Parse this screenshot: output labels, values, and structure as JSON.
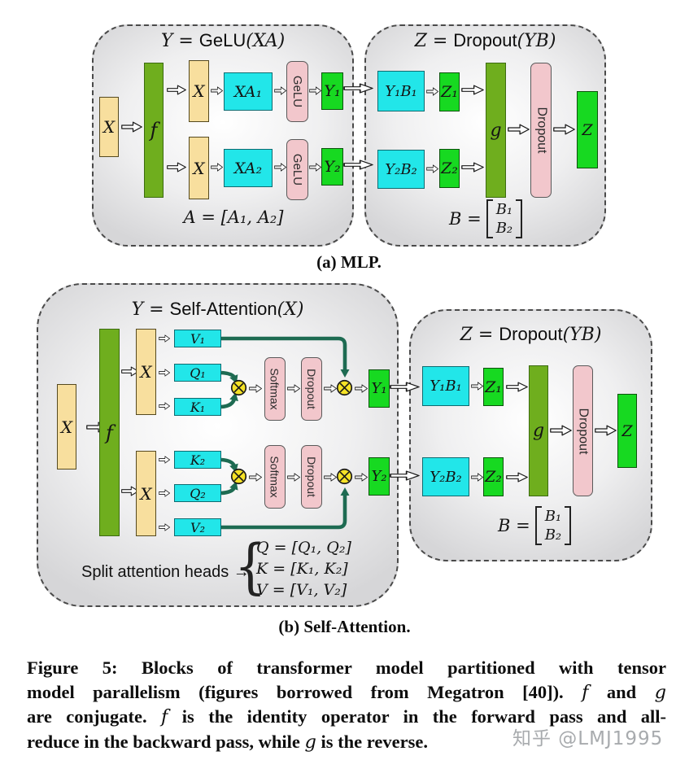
{
  "colors": {
    "yellow_box": "#F8DF9E",
    "green_operator": "#6FAE1E",
    "cyan_box": "#22E6E9",
    "pink_box": "#F2C7CC",
    "bright_green_box": "#17D921",
    "otimes_yellow": "#F5E227",
    "teal_line": "#1E6B52"
  },
  "mlp": {
    "caption": "(a) MLP.",
    "left": {
      "title_lhs": "Y = ",
      "title_fn": "GeLU",
      "title_args": "(XA)",
      "x_input": "X",
      "f_op": "f",
      "x_branch1": "X",
      "x_branch2": "X",
      "xa1": "XA₁",
      "xa2": "XA₂",
      "gelu1": "GeLU",
      "gelu2": "GeLU",
      "y1": "Y₁",
      "y2": "Y₂",
      "formula_a": "A = [A₁, A₂]"
    },
    "right": {
      "title_lhs": "Z = ",
      "title_fn": "Dropout",
      "title_args": "(YB)",
      "yb1": "Y₁B₁",
      "yb2": "Y₂B₂",
      "z1": "Z₁",
      "z2": "Z₂",
      "g_op": "g",
      "dropout": "Dropout",
      "z_out": "Z",
      "formula_b_lhs": "B =",
      "formula_b_row1": "B₁",
      "formula_b_row2": "B₂"
    }
  },
  "attention": {
    "caption": "(b) Self-Attention.",
    "left": {
      "title_lhs": "Y = ",
      "title_fn": "Self-Attention",
      "title_args": "(X)",
      "x_input": "X",
      "f_op": "f",
      "x_branch1": "X",
      "x_branch2": "X",
      "v1": "V₁",
      "q1": "Q₁",
      "k1": "K₁",
      "k2": "K₂",
      "q2": "Q₂",
      "v2": "V₂",
      "softmax1": "Softmax",
      "dropout1": "Dropout",
      "softmax2": "Softmax",
      "dropout2": "Dropout",
      "y1": "Y₁",
      "y2": "Y₂",
      "split_label": "Split attention heads →",
      "split_brace": "{",
      "split_q": "Q = [Q₁, Q₂]",
      "split_k": "K = [K₁, K₂]",
      "split_v": "V = [V₁, V₂]"
    },
    "right": {
      "title_lhs": "Z = ",
      "title_fn": "Dropout",
      "title_args": "(YB)",
      "yb1": "Y₁B₁",
      "yb2": "Y₂B₂",
      "z1": "Z₁",
      "z2": "Z₂",
      "g_op": "g",
      "dropout": "Dropout",
      "z_out": "Z",
      "formula_b_lhs": "B =",
      "formula_b_row1": "B₁",
      "formula_b_row2": "B₂"
    }
  },
  "figure_caption": {
    "line1": "Figure 5: Blocks of transformer model partitioned with tensor",
    "line2_pre": "model parallelism (figures borrowed from Megatron [40]). ",
    "line2_f": "f",
    "line2_mid": " and ",
    "line2_g": "g",
    "line3_pre": "are conjugate. ",
    "line3_f": "f",
    "line3_post": " is the identity operator in the forward pass and all-",
    "line4_pre": "reduce in the backward pass, while ",
    "line4_g": "g",
    "line4_post": " is the reverse."
  },
  "watermark": "知乎 @LMJ1995"
}
